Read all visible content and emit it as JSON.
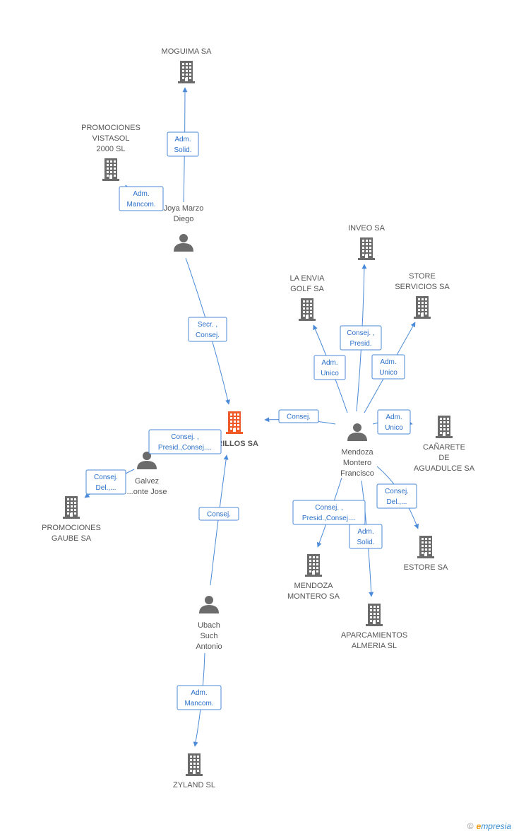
{
  "colors": {
    "node": "#6b6b6b",
    "focus": "#f05a28",
    "edge": "#4a8ad8",
    "edge_text": "#2a6fc9"
  },
  "nodes": [
    {
      "id": "moguima",
      "type": "company",
      "label": [
        "MOGUIMA SA"
      ]
    },
    {
      "id": "vistasol",
      "type": "company",
      "label": [
        "PROMOCIONES",
        "VISTASOL",
        "2000 SL"
      ]
    },
    {
      "id": "joya",
      "type": "person",
      "label": [
        "Joya Marzo",
        "Diego"
      ]
    },
    {
      "id": "focus",
      "type": "focus",
      "label": [
        "...RILLOS SA"
      ]
    },
    {
      "id": "galvez",
      "type": "person",
      "label": [
        "Galvez",
        "...onte Jose"
      ]
    },
    {
      "id": "gaube",
      "type": "company",
      "label": [
        "PROMOCIONES",
        "GAUBE SA"
      ]
    },
    {
      "id": "ubach",
      "type": "person",
      "label": [
        "Ubach",
        "Such",
        "Antonio"
      ]
    },
    {
      "id": "zyland",
      "type": "company",
      "label": [
        "ZYLAND SL"
      ]
    },
    {
      "id": "inveo",
      "type": "company",
      "label": [
        "INVEO SA"
      ]
    },
    {
      "id": "envia",
      "type": "company",
      "label": [
        "LA ENVIA",
        "GOLF SA"
      ]
    },
    {
      "id": "store",
      "type": "company",
      "label": [
        "STORE",
        "SERVICIOS SA"
      ]
    },
    {
      "id": "mendoza",
      "type": "person",
      "label": [
        "Mendoza",
        "Montero",
        "Francisco"
      ]
    },
    {
      "id": "canarete",
      "type": "company",
      "label": [
        "CAÑARETE",
        "DE",
        "AGUADULCE SA"
      ]
    },
    {
      "id": "mendozasa",
      "type": "company",
      "label": [
        "MENDOZA",
        "MONTERO SA"
      ]
    },
    {
      "id": "estore",
      "type": "company",
      "label": [
        "ESTORE SA"
      ]
    },
    {
      "id": "aparcamientos",
      "type": "company",
      "label": [
        "APARCAMIENTOS",
        "ALMERIA SL"
      ]
    }
  ],
  "edges": [
    {
      "from": "joya",
      "to": "moguima",
      "label": [
        "Adm.",
        "Solid."
      ]
    },
    {
      "from": "joya",
      "to": "vistasol",
      "label": [
        "Adm.",
        "Mancom."
      ]
    },
    {
      "from": "joya",
      "to": "focus",
      "label": [
        "Secr. ,",
        "Consej."
      ]
    },
    {
      "from": "galvez",
      "to": "focus",
      "label": [
        "Consej. ,",
        "Presid.,Consej...."
      ]
    },
    {
      "from": "galvez",
      "to": "gaube",
      "label": [
        "Consej.",
        "Del.,..."
      ]
    },
    {
      "from": "ubach",
      "to": "focus",
      "label": [
        "Consej."
      ]
    },
    {
      "from": "ubach",
      "to": "zyland",
      "label": [
        "Adm.",
        "Mancom."
      ]
    },
    {
      "from": "mendoza",
      "to": "focus",
      "label": [
        "Consej."
      ]
    },
    {
      "from": "mendoza",
      "to": "inveo",
      "label": [
        "Consej. ,",
        "Presid."
      ]
    },
    {
      "from": "mendoza",
      "to": "envia",
      "label": [
        "Adm.",
        "Unico"
      ]
    },
    {
      "from": "mendoza",
      "to": "store",
      "label": [
        "Adm.",
        "Unico"
      ]
    },
    {
      "from": "mendoza",
      "to": "canarete",
      "label": [
        "Adm.",
        "Unico"
      ]
    },
    {
      "from": "mendoza",
      "to": "mendozasa",
      "label": [
        "Consej. ,",
        "Presid.,Consej...."
      ]
    },
    {
      "from": "mendoza",
      "to": "estore",
      "label": [
        "Consej.",
        "Del.,..."
      ]
    },
    {
      "from": "mendoza",
      "to": "aparcamientos",
      "label": [
        "Adm.",
        "Solid."
      ]
    }
  ],
  "footer": {
    "copyright": "©",
    "brand_initial": "e",
    "brand_rest": "mpresia"
  }
}
